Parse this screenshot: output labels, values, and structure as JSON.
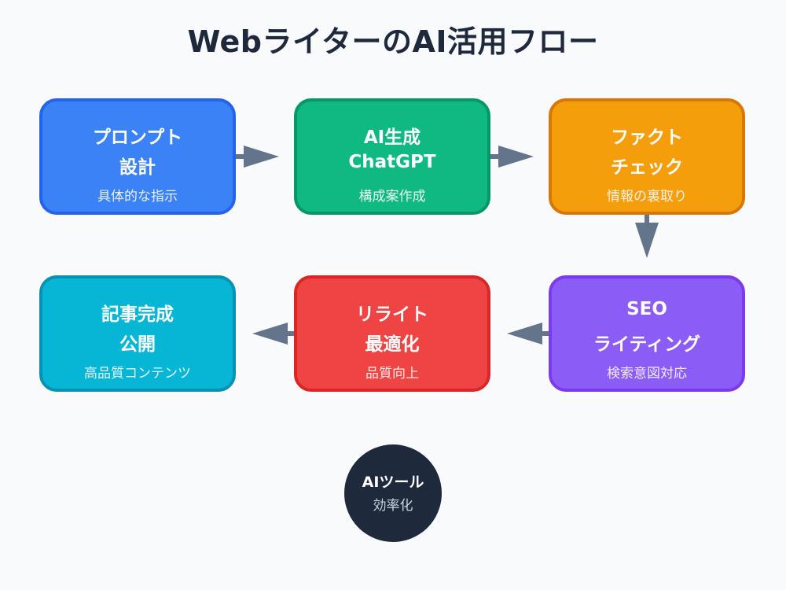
{
  "title": "WebライターのAI活用フロー",
  "steps": [
    {
      "line1": "プロンプト",
      "line2": "設計",
      "sub": "具体的な指示",
      "color": "#3b82f6"
    },
    {
      "line1": "AI生成",
      "line2": "ChatGPT",
      "sub": "構成案作成",
      "color": "#10b981"
    },
    {
      "line1": "ファクト",
      "line2": "チェック",
      "sub": "情報の裏取り",
      "color": "#f59e0b"
    },
    {
      "line1": "SEO",
      "line2": "ライティング",
      "sub": "検索意図対応",
      "color": "#8b5cf6"
    },
    {
      "line1": "リライト",
      "line2": "最適化",
      "sub": "品質向上",
      "color": "#ef4444"
    },
    {
      "line1": "記事完成",
      "line2": "公開",
      "sub": "高品質コンテンツ",
      "color": "#06b6d4"
    }
  ],
  "hub": {
    "line1": "AIツール",
    "line2": "効率化",
    "color": "#1e293b"
  },
  "arrow_color": "#64748b"
}
